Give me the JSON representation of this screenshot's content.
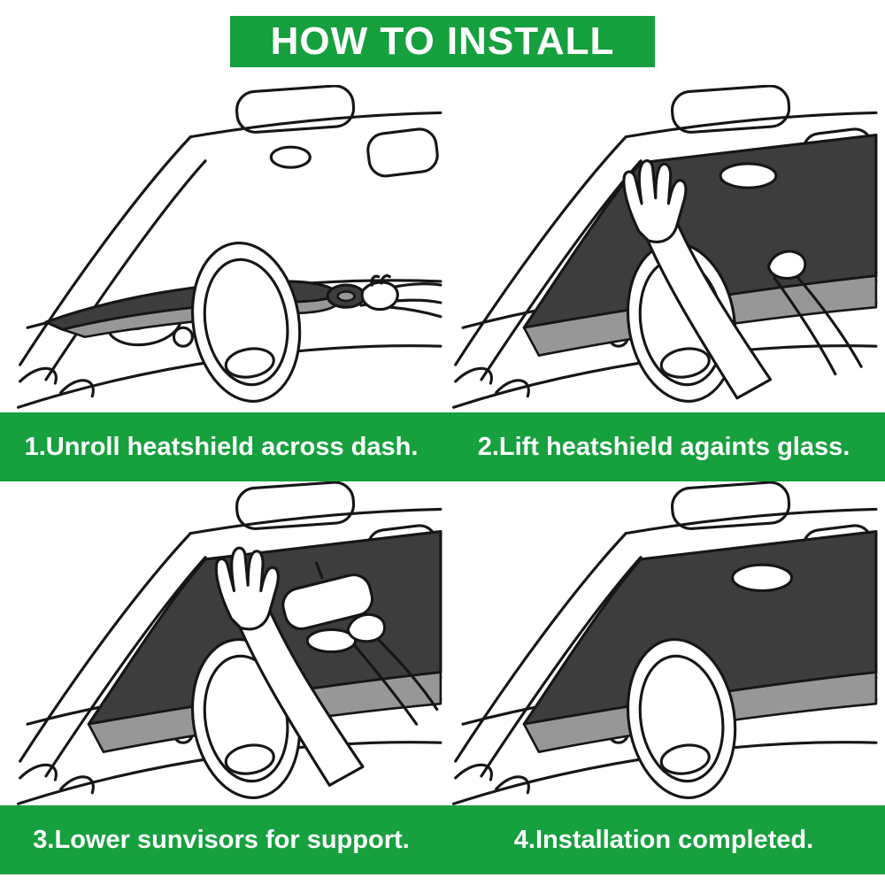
{
  "header": {
    "title": "HOW TO INSTALL"
  },
  "steps": [
    {
      "number": 1,
      "label": "1.Unroll heatshield across dash."
    },
    {
      "number": 2,
      "label": "2.Lift heatshield againts glass."
    },
    {
      "number": 3,
      "label": "3.Lower sunvisors for support."
    },
    {
      "number": 4,
      "label": "4.Installation completed."
    }
  ],
  "illustrations": [
    {
      "name": "unroll-heatshield-across-dash"
    },
    {
      "name": "lift-heatshield-against-glass"
    },
    {
      "name": "lower-sunvisors-for-support"
    },
    {
      "name": "installation-completed"
    }
  ],
  "colors": {
    "accent_green": "#16a03e",
    "text_on_green": "#ffffff",
    "shield_dark": "#3d3d3d",
    "shield_gray": "#979797",
    "line_art": "#161616",
    "background": "#ffffff"
  }
}
